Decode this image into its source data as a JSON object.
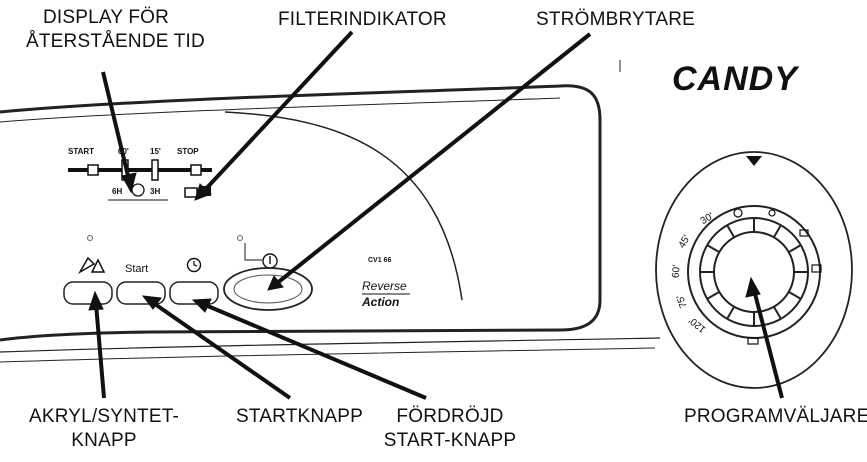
{
  "callouts": {
    "display_line1": "DISPLAY FÖR",
    "display_line2": "ÅTERSTÅENDE TID",
    "filter": "FILTERINDIKATOR",
    "power": "STRÖMBRYTARE",
    "acryl_line1": "AKRYL/SYNTET-",
    "acryl_line2": "KNAPP",
    "start": "STARTKNAPP",
    "delay_line1": "FÖRDRÖJD",
    "delay_line2": "START-KNAPP",
    "program": "PROGRAMVÄLJARE"
  },
  "panel": {
    "brand": "CANDY",
    "model": "CV1 66",
    "reverse": "Reverse",
    "action": "Action",
    "start_button_label": "Start",
    "timer": {
      "start": "START",
      "t60": "60'",
      "t15": "15'",
      "stop": "STOP",
      "h6": "6H",
      "h3": "3H"
    }
  },
  "dial": {
    "temps": [
      "30'",
      "45'",
      "60'",
      "75'",
      "120'"
    ]
  }
}
